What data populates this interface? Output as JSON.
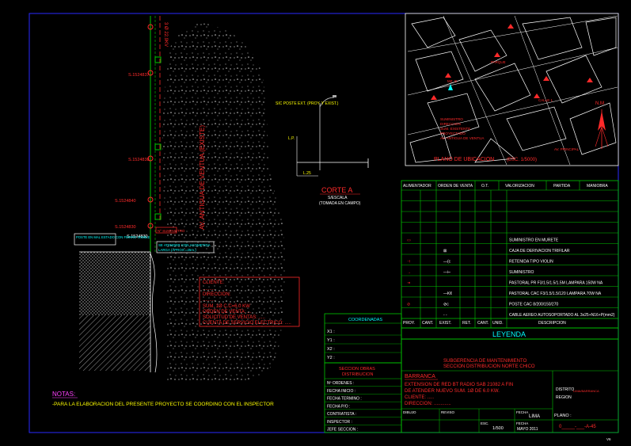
{
  "colors": {
    "background": "#000000",
    "frame": "#2a2aff",
    "table": "#00c800",
    "tableText": "#00ffff",
    "red": "#ff2a2a",
    "white": "#ffffff",
    "yellow": "#ffff00",
    "magenta": "#ff40ff",
    "dots": "#d8d8d8"
  },
  "drawing": {
    "pole_label": "S.1524830",
    "line_labels": [
      "3 Ø 22.9KV",
      "S.1524837",
      "S.1524838",
      "S.1524840",
      "S.1524830"
    ],
    "corte_title": "CORTE A",
    "corte_scale": "S/ESCALA",
    "corte_note": "(TOMADA EN CAMPO)",
    "corte_pole": "SIC POSTE EXT. (PROY. Y EXIST.)",
    "corte_dim_left": "L.P.",
    "corte_dim_bottom": "L.25",
    "vertical_street": "AV. ANTIGUA DE VENTUA (EXISTE)",
    "box_left": "POSTE EN MAL ESTADO CON FIERRO VISIBLE",
    "box_attend_1": "SE ATENDER CON ACOMETIDA",
    "box_attend_2": "LARGA (APROX.=25m.)",
    "suministro_tag": "Nº SUMINISTRO",
    "client_lines": [
      "CLIENTE:",
      ".........",
      "DIRECCION:",
      ".........",
      "SUM. 1Ø C.C=6.0 KW",
      "ORDEN DE VENTA: ...",
      "SOLICITUD DE VENTAS: .....",
      "CUENTA DE SERVICIO ELECTRICO: ....."
    ],
    "notes_title": "NOTAS:",
    "notes_text": "-PARA LA ELABORACION DEL PRESENTE PROYECTO SE COORDINO CON EL INSPECTOR"
  },
  "map": {
    "title": "PLANO DE UBICACION",
    "scale": "(ESC. 1/5000)",
    "north": "N.M",
    "labels": [
      "PARQUE",
      "MZ. B",
      "CALLE 1",
      "AV. PRINCIPAL"
    ],
    "inset_lines": [
      "SUMINISTRO",
      "DIRECCION",
      "SUM. EXISTENTE",
      "PROYECTADO",
      "AV. ANTIGUA DE VENTUA"
    ]
  },
  "materials_table": {
    "headers": [
      "ALIMENTADOR",
      "ORDEN DE VENTA",
      "O.T.",
      "VALORIZACION",
      "PARTIDA",
      "MANIOBRA"
    ],
    "sub_headers": [
      "PROY.",
      "CANT.",
      "EXIST.",
      "RET.",
      "CANT.",
      "UNID.",
      "DESCRIPCION"
    ],
    "legend_title": "LEYENDA",
    "rows": [
      {
        "proy": "",
        "exist": "",
        "desc": ""
      },
      {
        "proy": "",
        "exist": "",
        "desc": ""
      },
      {
        "proy": "",
        "exist": "",
        "desc": ""
      },
      {
        "proy": "",
        "exist": "",
        "desc": ""
      },
      {
        "proy": "▭",
        "exist": "",
        "desc": "SUMINISTRO EN MURETE"
      },
      {
        "proy": "",
        "exist": "⊠",
        "desc": "CAJA DE DERIVACION TRIFILAR"
      },
      {
        "proy": "⊣",
        "exist": "—(c",
        "desc": "RETENIDA TIPO VIOLIN"
      },
      {
        "proy": "→",
        "exist": "—⊢",
        "desc": "SUMINISTRO"
      },
      {
        "proy": "⇥",
        "exist": "",
        "desc": "PASTORAL PR F3/1.5/1.5/1.5M LAMPARA 150W NA"
      },
      {
        "proy": "",
        "exist": "—K¢",
        "desc": "PASTORAL CAC F3/1.5/1.5/120 LAMPARA 70W NA"
      },
      {
        "proy": "⊘",
        "exist": "⊘c",
        "desc": "POSTE CAC 8/200/150/270"
      },
      {
        "proy": "",
        "exist": "- -",
        "desc": "CABLE AEREO AUTOSOPORTADO AL 3x25+N16+P(mm2)"
      }
    ]
  },
  "coordinates": {
    "title": "COORDENADAS",
    "rows": [
      "X1 :",
      "Y1 :",
      "X2 :",
      "Y2 :"
    ]
  },
  "section": {
    "title_1": "SECCION OBRAS",
    "title_2": "DISTRIBUCION",
    "rows": [
      "Nº ORDENES :",
      "FECHA INICIO :",
      "FECHA TERMINO :",
      "FECHA P/O :",
      "CONTRATISTA :",
      "INSPECTOR :",
      "JEFE SECCION :"
    ]
  },
  "title_block": {
    "company_1": "SUBGERENCIA DE MANTENIMIENTO",
    "company_2": "SECCION DISTRIBUCION NORTE CHICO",
    "district": "BARRANCA",
    "desc_1": "EXTENSION DE RED BT RADIO SAB 21082 A FIN",
    "desc_2": "DE ATENDER NUEVO SUM. 1Ø DE 6.0 KW.",
    "desc_3": "CLIENTE: .....",
    "desc_4": "DIRECCION: .............",
    "side_label_1": "DISTRITO",
    "side_value_1": "LIMA/BARRANCA",
    "side_label_2": "REGION",
    "row1_labels": [
      "DIBUJO",
      "REVISO",
      "FECHA"
    ],
    "row1_value": "LIMA",
    "row2_labels": [
      "ESC.",
      "FECHA"
    ],
    "row2_values": [
      "1/500",
      "MAYO 2011"
    ],
    "plano_label": "PLANO :",
    "plano_value": "0_____-___-A-45"
  },
  "corner_tag": "V6"
}
